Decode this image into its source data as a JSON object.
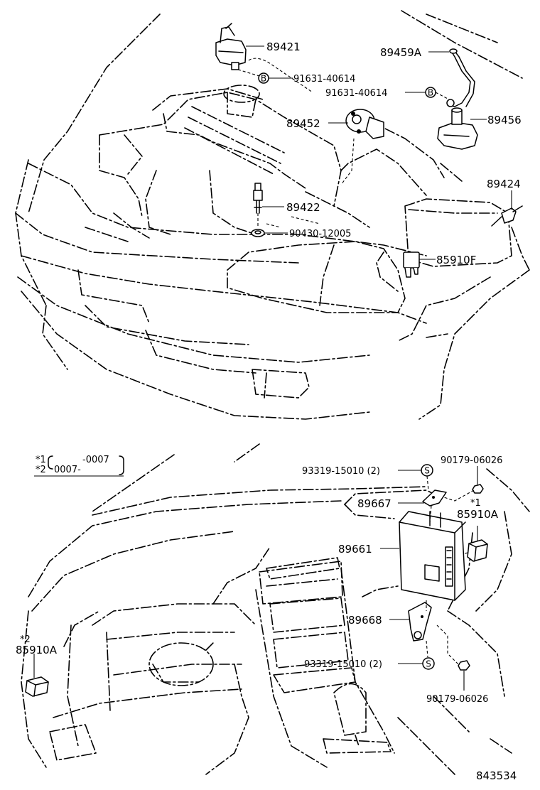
{
  "diagram_number": "843534",
  "legend": {
    "note1": {
      "mark": "*1",
      "range": "-0007"
    },
    "note2": {
      "mark": "*2",
      "range": "0007-"
    }
  },
  "parts_top": {
    "p89421": "89421",
    "p91631a": "91631-40614",
    "p89459A": "89459A",
    "p91631b": "91631-40614",
    "p89452": "89452",
    "p89456": "89456",
    "p89424": "89424",
    "p89422": "89422",
    "p90430": "90430-12005",
    "p85910F": "85910F"
  },
  "parts_bottom": {
    "p93319a": "93319-15010 (2)",
    "p90179a": "90179-06026",
    "p89667": "89667",
    "mark1": "*1",
    "p85910A_r": "85910A",
    "p89661": "89661",
    "p89668": "89668",
    "mark2": "*2",
    "p85910A_l": "85910A",
    "p93319b": "93319-15010 (2)",
    "p90179b": "90179-06026"
  },
  "washer_letters": {
    "b1": "B",
    "b2": "B",
    "s1": "S",
    "s2": "S"
  }
}
